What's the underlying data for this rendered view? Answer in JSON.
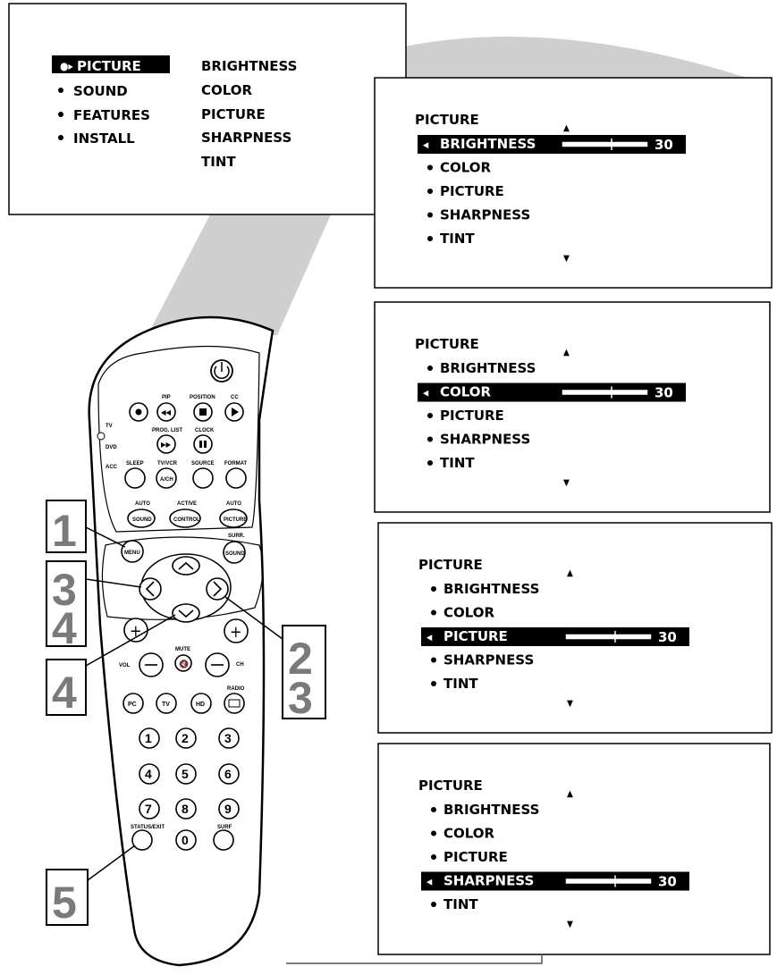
{
  "main_menu": {
    "items": [
      "PICTURE",
      "SOUND",
      "FEATURES",
      "INSTALL"
    ],
    "selected": "PICTURE",
    "sub_items": [
      "BRIGHTNESS",
      "COLOR",
      "PICTURE",
      "SHARPNESS",
      "TINT"
    ]
  },
  "panels": [
    {
      "title": "PICTURE",
      "items": [
        "BRIGHTNESS",
        "COLOR",
        "PICTURE",
        "SHARPNESS",
        "TINT"
      ],
      "selected": "BRIGHTNESS",
      "value": "30"
    },
    {
      "title": "PICTURE",
      "items": [
        "BRIGHTNESS",
        "COLOR",
        "PICTURE",
        "SHARPNESS",
        "TINT"
      ],
      "selected": "COLOR",
      "value": "30"
    },
    {
      "title": "PICTURE",
      "items": [
        "BRIGHTNESS",
        "COLOR",
        "PICTURE",
        "SHARPNESS",
        "TINT"
      ],
      "selected": "PICTURE",
      "value": "30"
    },
    {
      "title": "PICTURE",
      "items": [
        "BRIGHTNESS",
        "COLOR",
        "PICTURE",
        "SHARPNESS",
        "TINT"
      ],
      "selected": "SHARPNESS",
      "value": "30"
    }
  ],
  "remote": {
    "source_labels": [
      "TV",
      "DVD",
      "ACC"
    ],
    "top_labels": [
      "PIP",
      "POSITION",
      "CC",
      "PROG. LIST",
      "CLOCK"
    ],
    "row_labels": [
      "SLEEP",
      "TV/VCR",
      "SOURCE",
      "FORMAT"
    ],
    "ach": "A/CH",
    "auto_sound": {
      "top": "AUTO",
      "label": "SOUND"
    },
    "active_control": {
      "top": "ACTIVE",
      "label": "CONTROL"
    },
    "auto_picture": {
      "top": "AUTO",
      "label": "PICTURE"
    },
    "menu": "MENU",
    "surr": {
      "top": "SURR.",
      "label": "SOUND"
    },
    "vol": "VOL",
    "ch": "CH",
    "mute": "MUTE",
    "radio": "RADIO",
    "source_buttons": [
      "PC",
      "TV",
      "HD"
    ],
    "digits": [
      "1",
      "2",
      "3",
      "4",
      "5",
      "6",
      "7",
      "8",
      "9",
      "0"
    ],
    "status_exit": "STATUS/EXIT",
    "surf": "SURF"
  },
  "steps": [
    "1",
    "3",
    "4",
    "2",
    "3",
    "4",
    "5"
  ]
}
